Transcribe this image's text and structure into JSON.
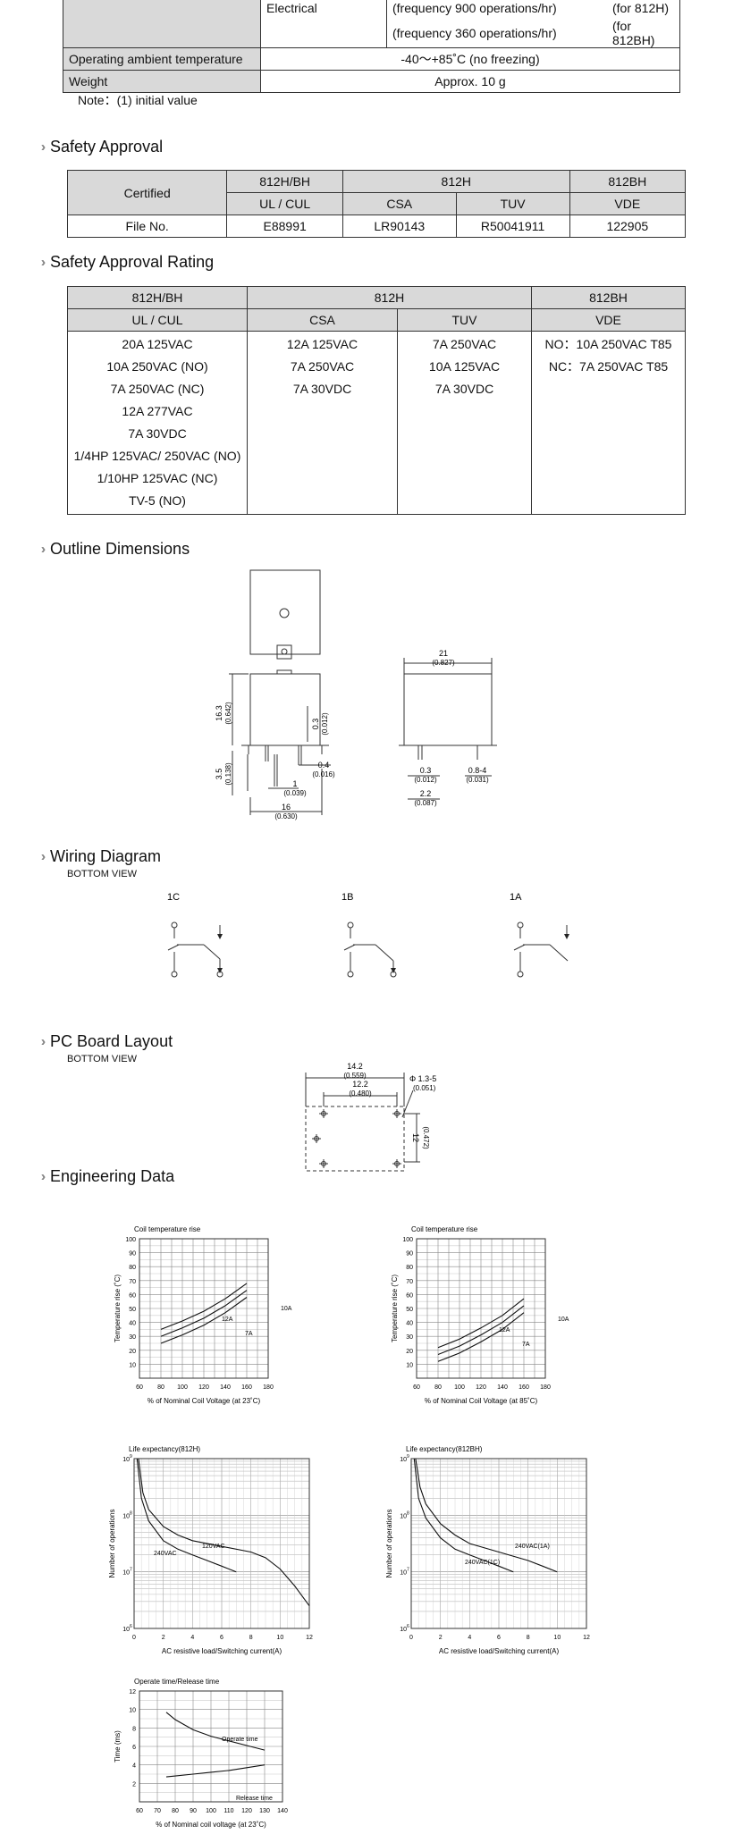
{
  "spec": {
    "electrical_label": "Electrical",
    "freq1": "(frequency  900 operations/hr)",
    "freq1_for": "(for 812H)",
    "freq2": "(frequency  360 operations/hr)",
    "freq2_for": "(for 812BH)",
    "temp_label": "Operating ambient temperature",
    "temp_value": "-40～+85˚C (no freezing)",
    "weight_label": "Weight",
    "weight_value": "Approx. 10 g",
    "note": "Note：(1) initial value"
  },
  "safety_approval": {
    "title": "Safety Approval",
    "certified": "Certified",
    "h_812hbh": "812H/BH",
    "h_812h": "812H",
    "h_812bh": "812BH",
    "ul": "UL / CUL",
    "csa": "CSA",
    "tuv": "TUV",
    "vde": "VDE",
    "file_no": "File No.",
    "f_ul": "E88991",
    "f_csa": "LR90143",
    "f_tuv": "R50041911",
    "f_vde": "122905"
  },
  "rating": {
    "title": "Safety Approval Rating",
    "h_812hbh": "812H/BH",
    "h_812h": "812H",
    "h_812bh": "812BH",
    "ul": "UL / CUL",
    "csa": "CSA",
    "tuv": "TUV",
    "vde": "VDE",
    "ul_rows": [
      "20A 125VAC",
      "10A 250VAC (NO)",
      "7A 250VAC (NC)",
      "12A 277VAC",
      "7A 30VDC",
      "1/4HP 125VAC/ 250VAC (NO)",
      "1/10HP 125VAC (NC)",
      "TV-5 (NO)"
    ],
    "csa_rows": [
      "12A 125VAC",
      "7A 250VAC",
      "7A 30VDC"
    ],
    "tuv_rows": [
      "7A 250VAC",
      "10A 125VAC",
      "7A 30VDC"
    ],
    "vde_rows": [
      "NO：10A 250VAC T85",
      "NC：7A 250VAC T85"
    ]
  },
  "outline": {
    "title": "Outline Dimensions",
    "d21": "21",
    "d21i": "(0.827)",
    "d163": "16.3",
    "d163i": "(0.642)",
    "d03": "0.3",
    "d03i": "(0.012)",
    "d04": "0.4",
    "d04i": "(0.016)",
    "d1": "1",
    "d1i": "(0.039)",
    "d35": "3.5",
    "d35i": "(0.138)",
    "d16": "16",
    "d16i": "(0.630)",
    "d03b": "0.3",
    "d03bi": "(0.012)",
    "d084": "0.8-4",
    "d084i": "(0.031)",
    "d22": "2.2",
    "d22i": "(0.087)"
  },
  "wiring": {
    "title": "Wiring Diagram",
    "sub": "BOTTOM VIEW",
    "labels": [
      "1C",
      "1B",
      "1A"
    ]
  },
  "pcb": {
    "title": "PC Board Layout",
    "sub": "BOTTOM VIEW",
    "d142": "14.2",
    "d142i": "(0.559)",
    "d122": "12.2",
    "d122i": "(0.480)",
    "phi": "Φ 1.3-5",
    "phii": "(0.051)",
    "d12": "12",
    "d12i": "(0.472)"
  },
  "engineering": {
    "title": "Engineering Data"
  },
  "chart_data": [
    {
      "type": "line",
      "title": "Coil temperature rise",
      "xlabel": "% of Nominal Coil Voltage (at 23˚C)",
      "ylabel": "Temperature rise (˚C)",
      "xlim": [
        60,
        180
      ],
      "ylim": [
        0,
        100
      ],
      "xticks": [
        60,
        80,
        100,
        120,
        140,
        160,
        180
      ],
      "yticks": [
        10,
        20,
        30,
        40,
        50,
        60,
        70,
        80,
        90,
        100
      ],
      "series": [
        {
          "name": "10A",
          "x": [
            80,
            100,
            120,
            140,
            160
          ],
          "y": [
            35,
            41,
            48,
            57,
            68
          ]
        },
        {
          "name": "12A",
          "x": [
            80,
            100,
            120,
            140,
            160
          ],
          "y": [
            30,
            36,
            43,
            52,
            63
          ]
        },
        {
          "name": "7A",
          "x": [
            80,
            100,
            120,
            140,
            160
          ],
          "y": [
            25,
            31,
            38,
            47,
            58
          ]
        }
      ]
    },
    {
      "type": "line",
      "title": "Coil temperature rise",
      "xlabel": "% of Nominal Coil Voltage (at 85˚C)",
      "ylabel": "Temperature rise (˚C)",
      "xlim": [
        60,
        180
      ],
      "ylim": [
        0,
        100
      ],
      "xticks": [
        60,
        80,
        100,
        120,
        140,
        160,
        180
      ],
      "yticks": [
        10,
        20,
        30,
        40,
        50,
        60,
        70,
        80,
        90,
        100
      ],
      "series": [
        {
          "name": "10A",
          "x": [
            80,
            100,
            120,
            140,
            160
          ],
          "y": [
            22,
            28,
            36,
            45,
            57
          ]
        },
        {
          "name": "12A",
          "x": [
            80,
            100,
            120,
            140,
            160
          ],
          "y": [
            17,
            23,
            31,
            40,
            52
          ]
        },
        {
          "name": "7A",
          "x": [
            80,
            100,
            120,
            140,
            160
          ],
          "y": [
            12,
            18,
            26,
            35,
            47
          ]
        }
      ]
    },
    {
      "type": "line",
      "title": "Life expectancy(812H)",
      "xlabel": "AC resistive load/Switching current(A)",
      "ylabel": "Number of operations",
      "xlim": [
        0,
        12
      ],
      "ylim_exp": [
        6,
        9
      ],
      "xticks": [
        0,
        2,
        4,
        6,
        8,
        10,
        12
      ],
      "yticks": [
        "10",
        "10",
        "10",
        "10"
      ],
      "ytick_exp": [
        "9",
        "8",
        "7",
        "6"
      ],
      "series": [
        {
          "name": "240VAC",
          "x": [
            0.2,
            0.5,
            1,
            2,
            3,
            4,
            5,
            6,
            7
          ],
          "logy": [
            9,
            8.3,
            7.9,
            7.55,
            7.4,
            7.3,
            7.2,
            7.1,
            7.0
          ]
        },
        {
          "name": "120VAC",
          "x": [
            0.3,
            0.6,
            1,
            2,
            3,
            4,
            6,
            8,
            9,
            10,
            11,
            12
          ],
          "logy": [
            9,
            8.4,
            8.1,
            7.8,
            7.65,
            7.55,
            7.45,
            7.35,
            7.25,
            7.05,
            6.75,
            6.4
          ]
        }
      ]
    },
    {
      "type": "line",
      "title": "Life expectancy(812BH)",
      "xlabel": "AC resistive load/Switching current(A)",
      "ylabel": "Number of operations",
      "xlim": [
        0,
        12
      ],
      "ylim_exp": [
        6,
        9
      ],
      "xticks": [
        0,
        2,
        4,
        6,
        8,
        10,
        12
      ],
      "yticks": [
        "10",
        "10",
        "10",
        "10"
      ],
      "ytick_exp": [
        "9",
        "8",
        "7",
        "6"
      ],
      "series": [
        {
          "name": "240VAC(1C)",
          "x": [
            0.2,
            0.5,
            1,
            2,
            3,
            4,
            5,
            6,
            7
          ],
          "logy": [
            9,
            8.3,
            7.95,
            7.6,
            7.4,
            7.3,
            7.2,
            7.1,
            7.0
          ]
        },
        {
          "name": "240VAC(1A)",
          "x": [
            0.3,
            0.6,
            1,
            2,
            3,
            4,
            6,
            8,
            9,
            10
          ],
          "logy": [
            9,
            8.5,
            8.2,
            7.85,
            7.65,
            7.5,
            7.35,
            7.2,
            7.1,
            7.0
          ]
        }
      ]
    },
    {
      "type": "line",
      "title": "Operate  time/Release time",
      "xlabel": "% of Nominal  coil voltage (at 23˚C)",
      "ylabel": "Time (ms)",
      "xlim": [
        60,
        140
      ],
      "ylim": [
        0,
        12
      ],
      "xticks": [
        60,
        70,
        80,
        90,
        100,
        110,
        120,
        130,
        140
      ],
      "yticks": [
        2,
        4,
        6,
        8,
        10,
        12
      ],
      "series": [
        {
          "name": "Operate  time",
          "x": [
            75,
            80,
            90,
            100,
            110,
            120,
            130
          ],
          "y": [
            9.7,
            8.9,
            7.8,
            7.1,
            6.6,
            6.1,
            5.6
          ]
        },
        {
          "name": "Release time",
          "x": [
            75,
            80,
            90,
            100,
            110,
            120,
            130
          ],
          "y": [
            2.7,
            2.8,
            3.0,
            3.2,
            3.4,
            3.7,
            4.0
          ]
        }
      ]
    }
  ]
}
